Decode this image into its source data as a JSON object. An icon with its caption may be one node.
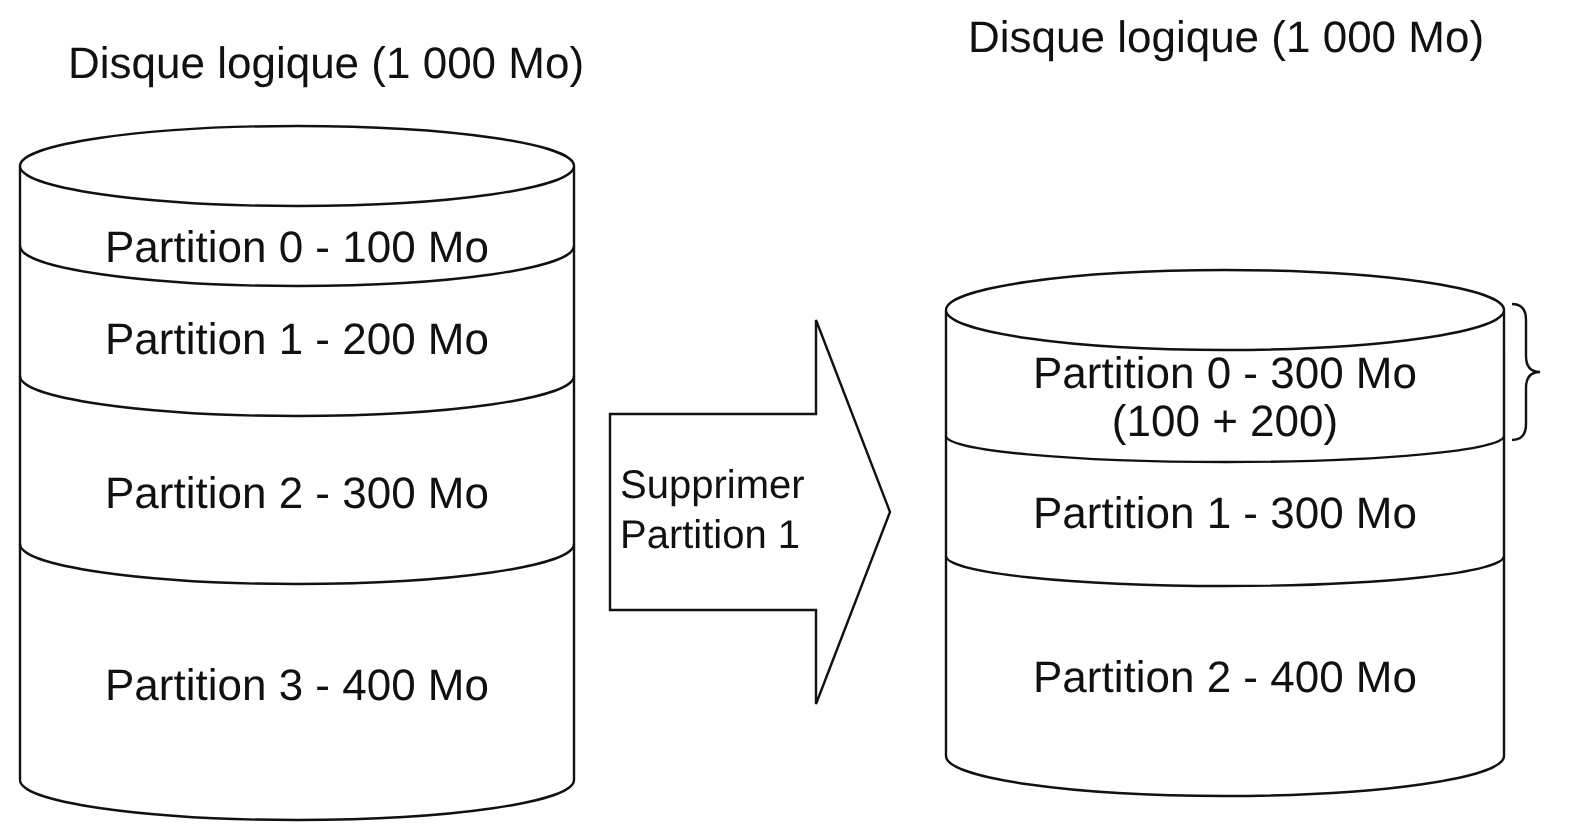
{
  "diagram": {
    "nodes": [
      {
        "text": [
          "Disque logique (1 000 Mo)"
        ]
      },
      {
        "text": [
          "Partition 0 - 100 Mo"
        ],
        "in": 0
      },
      {
        "text": [
          "Partition 1 - 200 Mo"
        ],
        "in": 0
      },
      {
        "text": [
          "Partition 2 - 300 Mo"
        ],
        "in": 0
      },
      {
        "text": [
          "Partition 3 - 400 Mo"
        ],
        "in": 0
      },
      {
        "text": [],
        "shape": "cylinder"
      },
      {
        "text": [
          "Partition 0 - 300 Mo (100 + 200)"
        ],
        "in": 5
      },
      {
        "text": [
          "Partition 1 - 300 Mo"
        ],
        "in": 5
      },
      {
        "text": [
          "Partition 2 - 400 Mo"
        ],
        "in": 5
      }
    ],
    "edges": [
      {
        "from": 0,
        "to": 5,
        "arrow": "to",
        "label": "Supprimer Partition 1"
      }
    ],
    "labels": [
      "Disque logique (1 000 Mo)"
    ]
  }
}
